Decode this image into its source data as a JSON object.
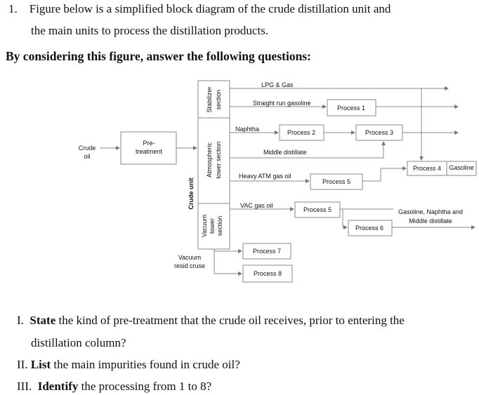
{
  "question_intro": {
    "number": "1.",
    "line1": "Figure below is a simplified block diagram of the crude distillation unit and",
    "line2": "the main units to process the distillation products."
  },
  "instruction": "By considering this figure, answer the following questions:",
  "diagram": {
    "crude_oil_1": "Crude",
    "crude_oil_2": "oil",
    "pretreatment_1": "Pre-",
    "pretreatment_2": "treatment",
    "crude_unit": "Crude unit",
    "stabilizer_1": "Stabilizer",
    "stabilizer_2": "section",
    "atmospheric_1": "Atmospheric",
    "atmospheric_2": "tower section",
    "vacuum_1": "Vacuum",
    "vacuum_2": "tower",
    "vacuum_3": "section",
    "lpg_gas": "LPG & Gas",
    "straight_run": "Straight run gasoline",
    "naphtha": "Naphtha",
    "middle_distillate": "Middle distillate",
    "heavy_atm": "Heavy ATM gas oil",
    "vac_gas_oil": "VAC gas oil",
    "vacuum_resid_1": "Vacuum",
    "vacuum_resid_2": "resid cruse",
    "gasoline": "Gasoline",
    "gasoline_naphtha_1": "Gasoline, Naphtha and",
    "gasoline_naphtha_2": "Middle distillate",
    "process_1": "Process 1",
    "process_2": "Process 2",
    "process_3": "Process 3",
    "process_4": "Process 4",
    "process_5a": "Process 5",
    "process_5b": "Process 5",
    "process_6": "Process 6",
    "process_7": "Process 7",
    "process_8": "Process 8"
  },
  "questions": {
    "q1_label": "I.",
    "q1_bold": "State",
    "q1_rest": " the kind of pre-treatment that the crude oil receives, prior to entering the",
    "q1_line2": "distillation column?",
    "q2_label": "II.",
    "q2_bold": "List",
    "q2_rest": " the main impurities found in crude oil?",
    "q3_label": "III.",
    "q3_bold": "Identify",
    "q3_rest": " the processing from 1 to 8?"
  }
}
